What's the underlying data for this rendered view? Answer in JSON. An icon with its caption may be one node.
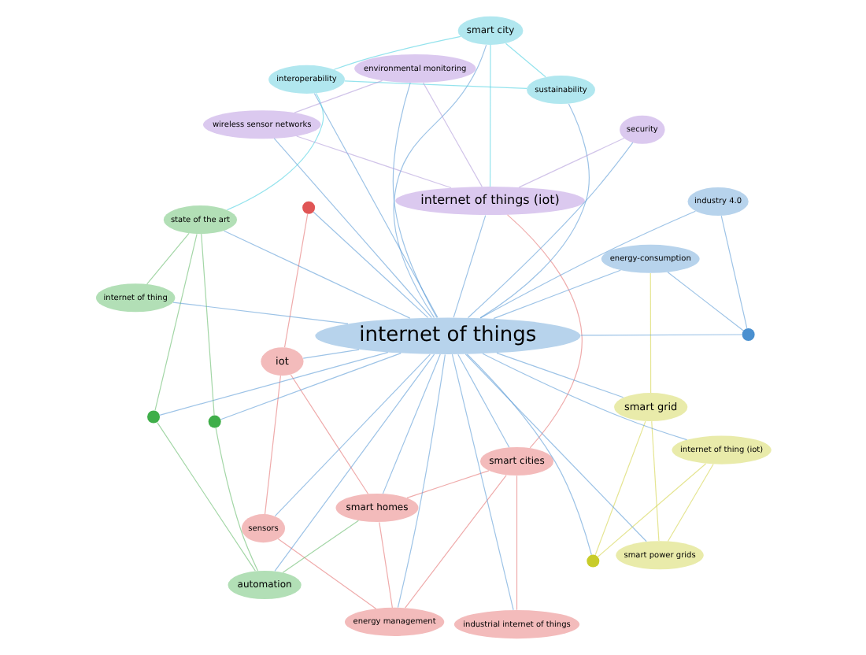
{
  "diagram": {
    "nodes": [
      {
        "text": [
          "sensors"
        ]
      },
      {
        "text": [],
        "shape": "circle"
      },
      {
        "text": [
          "energy management"
        ]
      },
      {
        "text": [
          "iot"
        ]
      },
      {
        "text": [
          "energy-consumption"
        ]
      },
      {
        "text": [
          "smart grid"
        ]
      },
      {
        "text": [
          "smart homes"
        ]
      },
      {
        "text": [
          "smart power grids"
        ]
      },
      {
        "text": [
          "industrial internet of things"
        ]
      },
      {
        "text": [
          "smart cities"
        ]
      },
      {
        "text": [
          "automation"
        ]
      },
      {
        "text": [],
        "shape": "circle"
      },
      {
        "text": [],
        "shape": "circle"
      },
      {
        "text": [
          "industry 4.0"
        ]
      },
      {
        "text": [
          "internet of things"
        ]
      },
      {
        "text": [],
        "shape": "circle"
      },
      {
        "text": [],
        "shape": "circle"
      },
      {
        "text": [
          "internet of thing (iot)"
        ]
      },
      {
        "text": [
          "interoperability"
        ]
      },
      {
        "text": [
          "state of the art"
        ]
      },
      {
        "text": [
          "internet of thing"
        ]
      },
      {
        "text": [
          "internet of things (iot)"
        ]
      },
      {
        "text": [
          "smart city"
        ]
      },
      {
        "text": [
          "sustainability"
        ]
      },
      {
        "text": [
          "environmental monitoring"
        ]
      },
      {
        "text": [
          "wireless sensor networks"
        ]
      },
      {
        "text": [
          "security"
        ]
      }
    ],
    "edges": [
      {
        "from": 14,
        "to": 0,
        "arrow": "none",
        "color": "#5b9bd5"
      },
      {
        "from": 14,
        "to": 1,
        "arrow": "none",
        "color": "#5b9bd5"
      },
      {
        "from": 14,
        "to": 2,
        "arrow": "none",
        "color": "#5b9bd5"
      },
      {
        "from": 14,
        "to": 3,
        "arrow": "none",
        "color": "#5b9bd5"
      },
      {
        "from": 14,
        "to": 4,
        "arrow": "none",
        "color": "#5b9bd5"
      },
      {
        "from": 14,
        "to": 5,
        "arrow": "none",
        "color": "#5b9bd5"
      },
      {
        "from": 14,
        "to": 6,
        "arrow": "none",
        "color": "#5b9bd5"
      },
      {
        "from": 14,
        "to": 7,
        "arrow": "none",
        "color": "#5b9bd5"
      },
      {
        "from": 14,
        "to": 8,
        "arrow": "none",
        "color": "#5b9bd5"
      },
      {
        "from": 14,
        "to": 9,
        "arrow": "none",
        "color": "#5b9bd5"
      },
      {
        "from": 14,
        "to": 10,
        "arrow": "none",
        "color": "#5b9bd5"
      },
      {
        "from": 14,
        "to": 11,
        "arrow": "none",
        "color": "#5b9bd5"
      },
      {
        "from": 14,
        "to": 12,
        "arrow": "none",
        "color": "#5b9bd5"
      },
      {
        "from": 14,
        "to": 13,
        "arrow": "none",
        "color": "#5b9bd5"
      },
      {
        "from": 14,
        "to": 15,
        "arrow": "none",
        "color": "#5b9bd5"
      },
      {
        "from": 14,
        "to": 16,
        "arrow": "none",
        "color": "#5b9bd5"
      },
      {
        "from": 14,
        "to": 17,
        "arrow": "none",
        "color": "#5b9bd5"
      },
      {
        "from": 14,
        "to": 18,
        "arrow": "none",
        "color": "#5b9bd5"
      },
      {
        "from": 14,
        "to": 19,
        "arrow": "none",
        "color": "#5b9bd5"
      },
      {
        "from": 14,
        "to": 20,
        "arrow": "none",
        "color": "#5b9bd5"
      },
      {
        "from": 14,
        "to": 21,
        "arrow": "none",
        "color": "#5b9bd5"
      },
      {
        "from": 14,
        "to": 22,
        "arrow": "none",
        "color": "#5b9bd5"
      },
      {
        "from": 14,
        "to": 23,
        "arrow": "none",
        "color": "#5b9bd5"
      },
      {
        "from": 14,
        "to": 24,
        "arrow": "none",
        "color": "#5b9bd5"
      },
      {
        "from": 14,
        "to": 25,
        "arrow": "none",
        "color": "#5b9bd5"
      },
      {
        "from": 14,
        "to": 26,
        "arrow": "none",
        "color": "#5b9bd5"
      },
      {
        "from": 0,
        "to": 2,
        "arrow": "none",
        "color": "#e57373"
      },
      {
        "from": 0,
        "to": 3,
        "arrow": "none",
        "color": "#e57373"
      },
      {
        "from": 1,
        "to": 3,
        "arrow": "none",
        "color": "#e57373"
      },
      {
        "from": 2,
        "to": 6,
        "arrow": "none",
        "color": "#e57373"
      },
      {
        "from": 3,
        "to": 6,
        "arrow": "none",
        "color": "#e57373"
      },
      {
        "from": 6,
        "to": 9,
        "arrow": "none",
        "color": "#e57373"
      },
      {
        "from": 8,
        "to": 9,
        "arrow": "none",
        "color": "#e57373"
      },
      {
        "from": 2,
        "to": 9,
        "arrow": "none",
        "color": "#e57373"
      },
      {
        "from": 5,
        "to": 7,
        "arrow": "none",
        "color": "#d4d44a"
      },
      {
        "from": 5,
        "to": 16,
        "arrow": "none",
        "color": "#d4d44a"
      },
      {
        "from": 7,
        "to": 17,
        "arrow": "none",
        "color": "#d4d44a"
      },
      {
        "from": 16,
        "to": 17,
        "arrow": "none",
        "color": "#d4d44a"
      },
      {
        "from": 4,
        "to": 12,
        "arrow": "none",
        "color": "#5b9bd5"
      },
      {
        "from": 12,
        "to": 13,
        "arrow": "none",
        "color": "#5b9bd5"
      },
      {
        "from": 5,
        "to": 4,
        "arrow": "none",
        "color": "#d4d44a"
      },
      {
        "from": 10,
        "to": 11,
        "arrow": "none",
        "color": "#66bb6a"
      },
      {
        "from": 10,
        "to": 15,
        "arrow": "none",
        "color": "#66bb6a"
      },
      {
        "from": 15,
        "to": 19,
        "arrow": "none",
        "color": "#66bb6a"
      },
      {
        "from": 19,
        "to": 20,
        "arrow": "none",
        "color": "#66bb6a"
      },
      {
        "from": 11,
        "to": 19,
        "arrow": "none",
        "color": "#66bb6a"
      },
      {
        "from": 18,
        "to": 22,
        "arrow": "none",
        "color": "#4dd0e1"
      },
      {
        "from": 22,
        "to": 23,
        "arrow": "none",
        "color": "#4dd0e1"
      },
      {
        "from": 18,
        "to": 23,
        "arrow": "none",
        "color": "#4dd0e1"
      },
      {
        "from": 19,
        "to": 18,
        "arrow": "none",
        "color": "#4dd0e1"
      },
      {
        "from": 21,
        "to": 24,
        "arrow": "none",
        "color": "#b39ddb"
      },
      {
        "from": 21,
        "to": 25,
        "arrow": "none",
        "color": "#b39ddb"
      },
      {
        "from": 21,
        "to": 26,
        "arrow": "none",
        "color": "#b39ddb"
      },
      {
        "from": 24,
        "to": 25,
        "arrow": "none",
        "color": "#b39ddb"
      },
      {
        "from": 21,
        "to": 22,
        "arrow": "none",
        "color": "#4dd0e1"
      },
      {
        "from": 6,
        "to": 10,
        "arrow": "none",
        "color": "#66bb6a"
      },
      {
        "from": 9,
        "to": 21,
        "arrow": "none",
        "color": "#e57373"
      }
    ]
  }
}
